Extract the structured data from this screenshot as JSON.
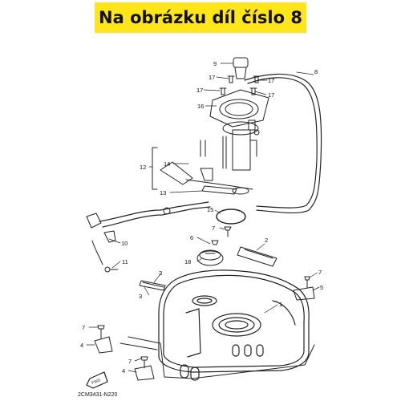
{
  "banner": {
    "text": "Na obrázku díl číslo 8",
    "color": "#ffe51a"
  },
  "callouts": [
    "9",
    "8",
    "17",
    "17",
    "17",
    "17",
    "16",
    "12",
    "14",
    "13",
    "15",
    "7",
    "6",
    "2",
    "18",
    "10",
    "11",
    "3",
    "3",
    "1",
    "7",
    "5",
    "7",
    "4",
    "7",
    "4"
  ],
  "diagram_code": "2CM3431-N220",
  "fwd_label": "FWD",
  "icons": {
    "fwd_arrow": "fwd-arrow-icon"
  }
}
